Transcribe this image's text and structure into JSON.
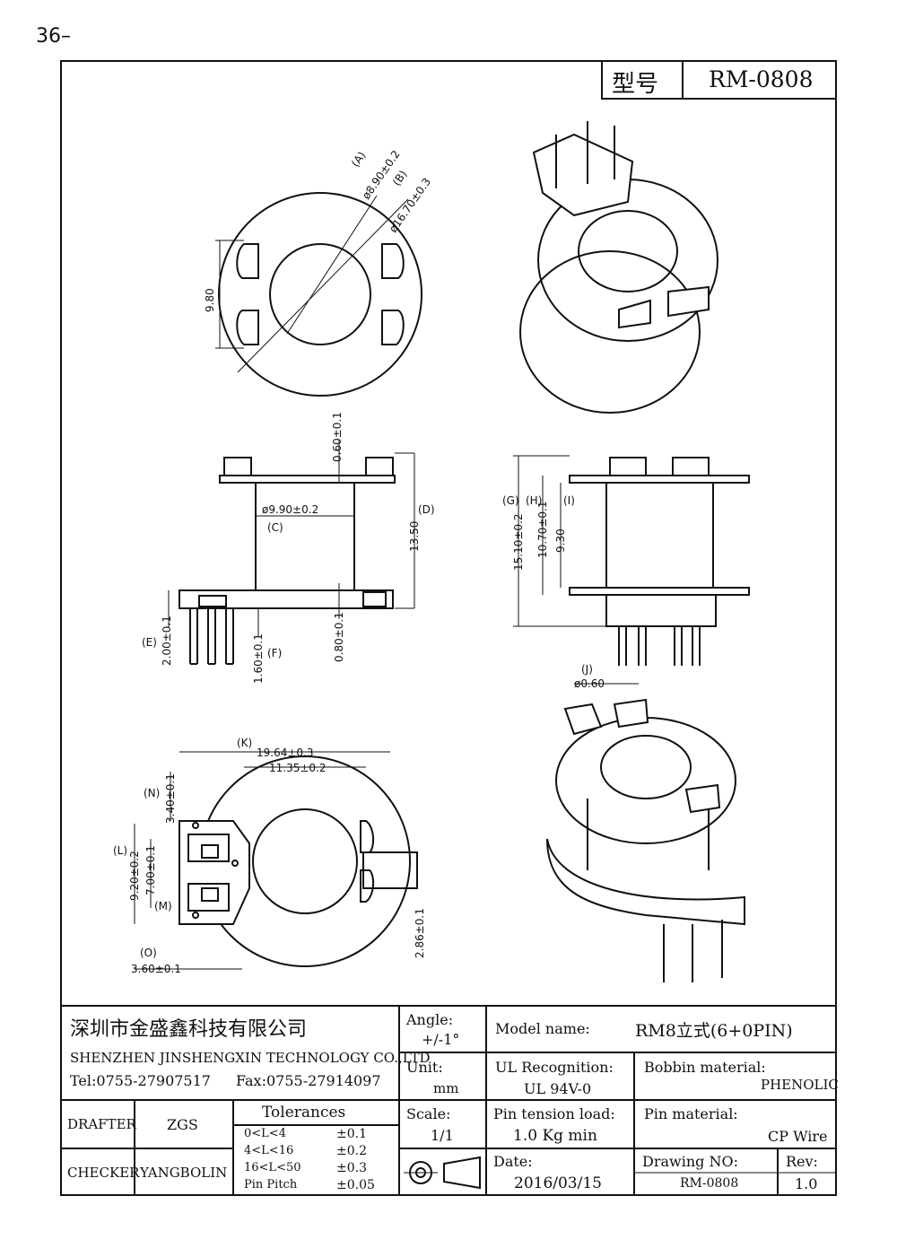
{
  "page_label": "36–",
  "model_box": {
    "label": "型号",
    "value": "RM-0808"
  },
  "dims": {
    "A_tag": "(A)",
    "A": "ø8.90±0.2",
    "B_tag": "(B)",
    "B": "ø16.70±0.3",
    "h980": "9.80",
    "d060": "0.60±0.1",
    "d990": "ø9.90±0.2",
    "C_tag": "(C)",
    "D_tag": "(D)",
    "d1350": "13.50",
    "E_tag": "(E)",
    "d200": "2.00±0.1",
    "d160": "1.60±0.1",
    "F_tag": "(F)",
    "d080": "0.80±0.1",
    "G_tag": "(G)",
    "d1510": "15.10±0.2",
    "H_tag": "(H)",
    "d1070": "10.70±0.1",
    "I_tag": "(I)",
    "d930": "9.30",
    "J_tag": "(J)",
    "dpin": "ø0.60",
    "K_tag": "(K)",
    "d1964": "19.64±0.3",
    "d1135": "11.35±0.2",
    "N_tag": "(N)",
    "d340": "3.40±0.1",
    "L_tag": "(L)",
    "d920": "9.20±0.2",
    "d700": "7.00±0.1",
    "M_tag": "(M)",
    "O_tag": "(O)",
    "d360": "3.60±0.1",
    "d286": "2.86±0.1"
  },
  "title_block": {
    "company_cn": "深圳市金盛鑫科技有限公司",
    "company_en": "SHENZHEN JINSHENGXIN TECHNOLOGY CO.,LTD",
    "tel": "Tel:0755-27907517",
    "fax": "Fax:0755-27914097",
    "angle_label": "Angle:",
    "angle_value": "+/-1°",
    "model_name_label": "Model name:",
    "model_name_value": "RM8立式(6+0PIN)",
    "unit_label": "Unit:",
    "unit_value": "mm",
    "ul_label": "UL Recognition:",
    "ul_value": "UL 94V-0",
    "bobbin_label": "Bobbin material:",
    "bobbin_value": "PHENOLIC",
    "drafter_label": "DRAFTER",
    "drafter_value": "ZGS",
    "tolerances_title": "Tolerances",
    "tol_rows": [
      {
        "range": "0<L<4",
        "value": "±0.1"
      },
      {
        "range": "4<L<16",
        "value": "±0.2"
      },
      {
        "range": "16<L<50",
        "value": "±0.3"
      },
      {
        "range": "Pin Pitch",
        "value": "±0.05"
      }
    ],
    "scale_label": "Scale:",
    "scale_value": "1/1",
    "pin_tension_label": "Pin tension load:",
    "pin_tension_value": "1.0 Kg min",
    "pin_material_label": "Pin material:",
    "pin_material_value": "CP Wire",
    "checker_label": "CHECKER",
    "checker_value": "YANGBOLIN",
    "date_label": "Date:",
    "date_value": "2016/03/15",
    "drawing_no_label": "Drawing NO:",
    "drawing_no_value": "RM-0808",
    "rev_label": "Rev:",
    "rev_value": "1.0"
  }
}
